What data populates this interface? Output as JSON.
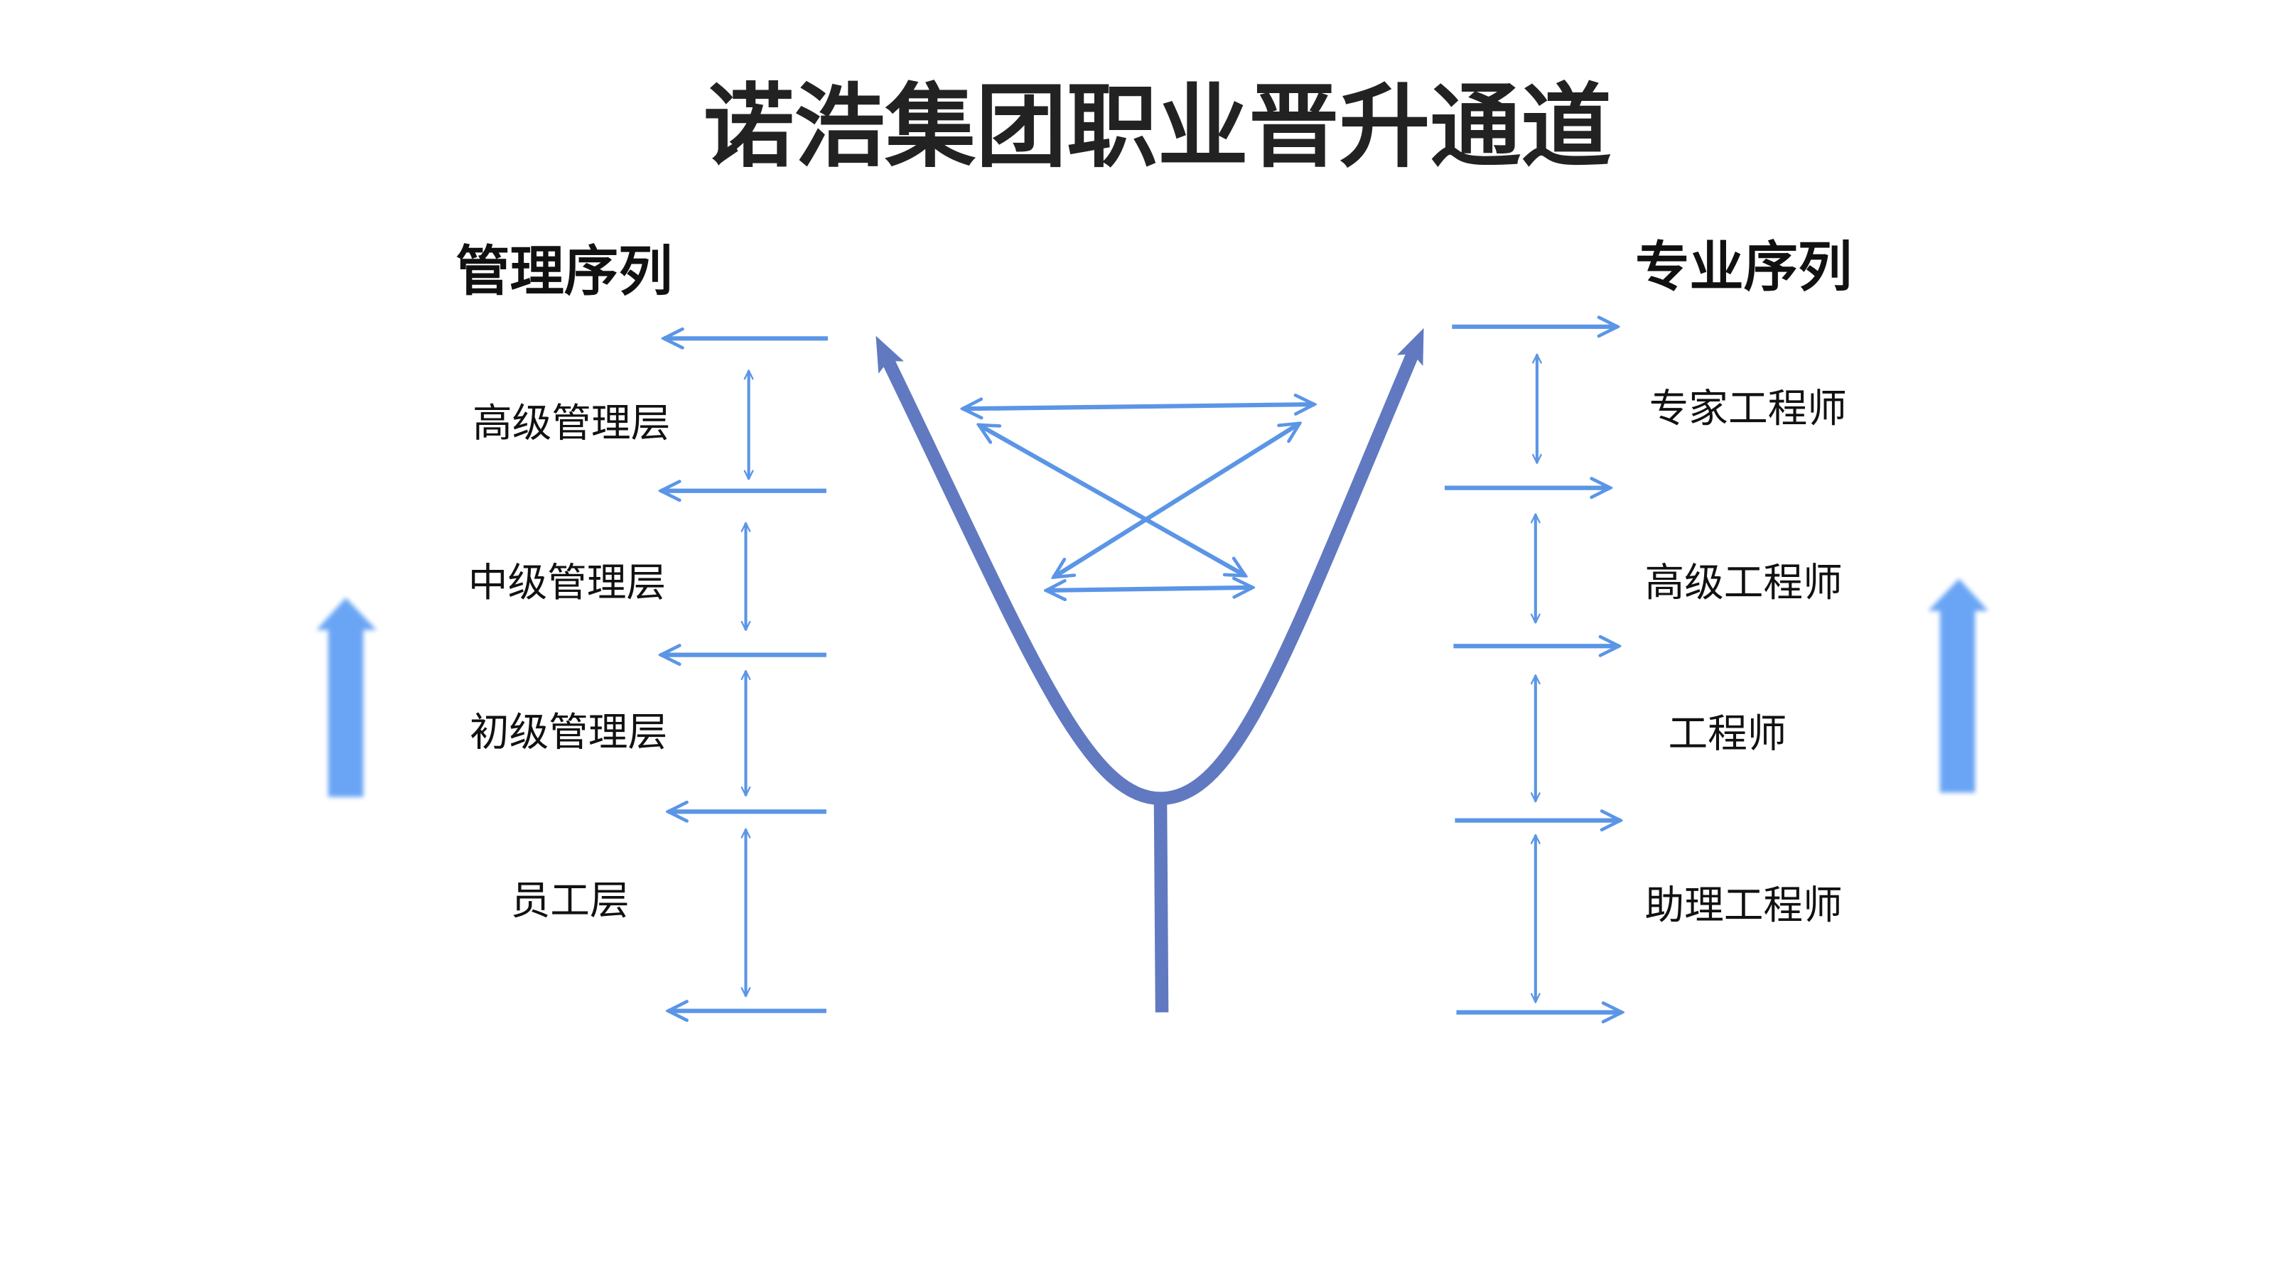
{
  "title": "诺浩集团职业晋升通道",
  "management": {
    "heading": "管理序列",
    "levels": [
      "高级管理层",
      "中级管理层",
      "初级管理层",
      "员工层"
    ]
  },
  "professional": {
    "heading": "专业序列",
    "levels": [
      "专家工程师",
      "高级工程师",
      "工程师",
      "助理工程师"
    ]
  },
  "colors": {
    "arrow": "#5b95e6",
    "y_shape": "#6079c0",
    "big_arrow": "#6aa5f5",
    "text": "#111111"
  }
}
